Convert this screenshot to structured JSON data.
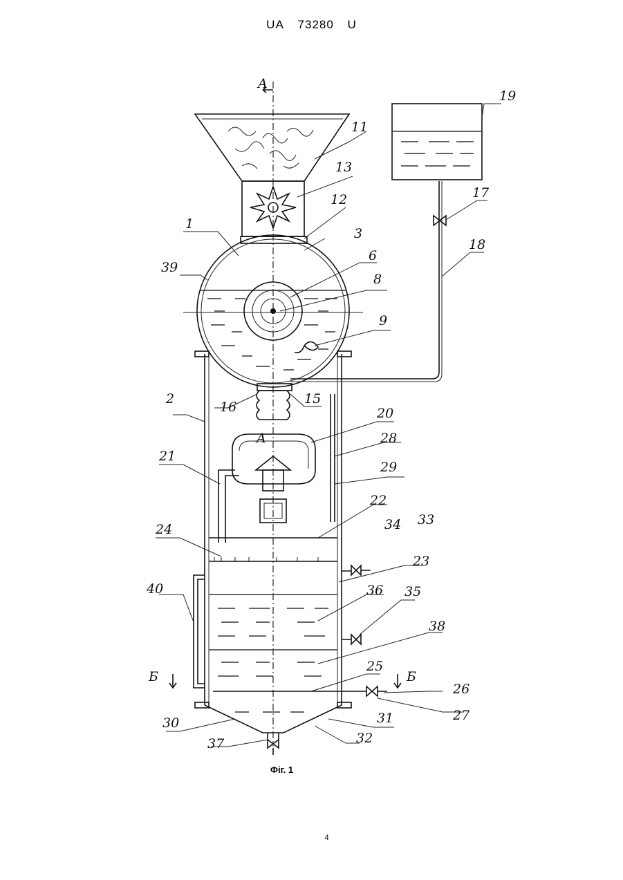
{
  "header": {
    "country": "UA",
    "number": "73280",
    "kind": "U"
  },
  "caption": "Фіг. 1",
  "page_number": "4",
  "labels": {
    "l1": "1",
    "l2": "2",
    "l3": "3",
    "l6": "6",
    "l8": "8",
    "l9": "9",
    "l11": "11",
    "l12": "12",
    "l13": "13",
    "l15": "15",
    "l16": "16",
    "l17": "17",
    "l18": "18",
    "l19": "19",
    "l20": "20",
    "l21": "21",
    "l22": "22",
    "l23": "23",
    "l24": "24",
    "l25": "25",
    "l26": "26",
    "l27": "27",
    "l28": "28",
    "l29": "29",
    "l30": "30",
    "l31": "31",
    "l32": "32",
    "l33": "33",
    "l34": "34",
    "l35": "35",
    "l36": "36",
    "l37": "37",
    "l38": "38",
    "l39": "39",
    "l40": "40",
    "sectionA_top": "A",
    "sectionA_mid": "A",
    "sectionB_left": "Б",
    "sectionB_right": "Б"
  }
}
